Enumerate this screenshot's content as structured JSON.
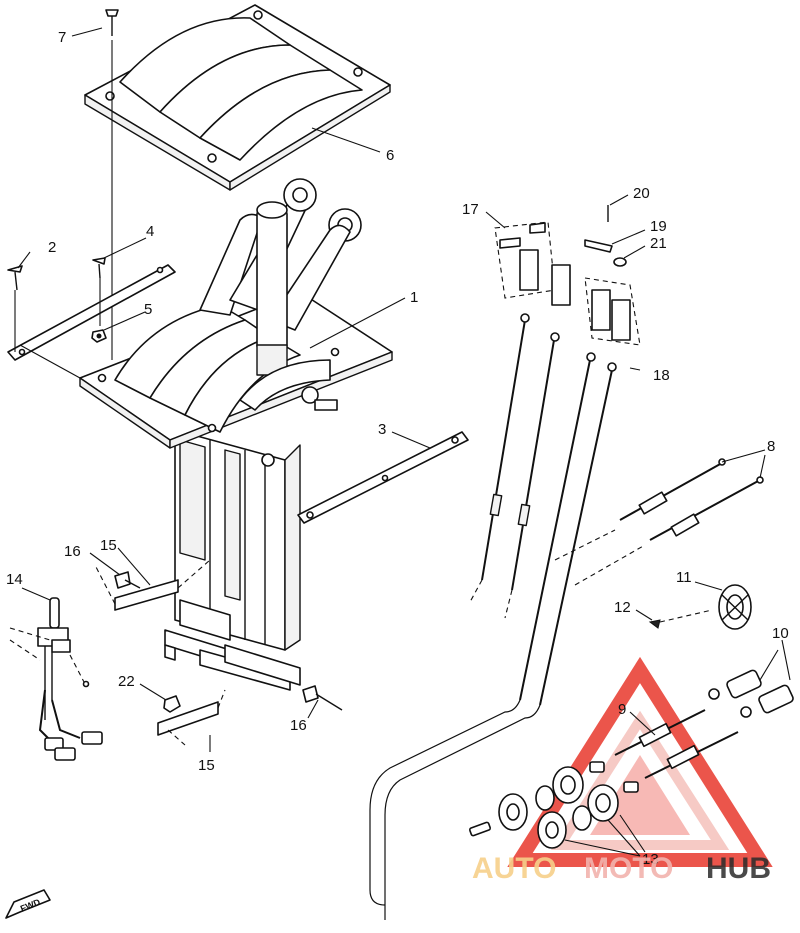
{
  "diagram": {
    "callouts": {
      "c1": "1",
      "c2": "2",
      "c3": "3",
      "c4": "4",
      "c5": "5",
      "c6": "6",
      "c7": "7",
      "c8": "8",
      "c9": "9",
      "c10": "10",
      "c11": "11",
      "c12": "12",
      "c13": "13",
      "c14": "14",
      "c15a": "15",
      "c15b": "15",
      "c16a": "16",
      "c16b": "16",
      "c17": "17",
      "c18": "18",
      "c19": "19",
      "c20": "20",
      "c21": "21",
      "c22": "22"
    },
    "fwd_label": "FWD"
  },
  "watermark": {
    "word_part1": "AUTO",
    "word_part2": "MOTO",
    "word_part3": "HUB",
    "color_accent": "#e8372c",
    "color_light": "#f2b3ad",
    "color_text_light": "#f7d08a",
    "color_text_dark": "#2b2b2b"
  }
}
